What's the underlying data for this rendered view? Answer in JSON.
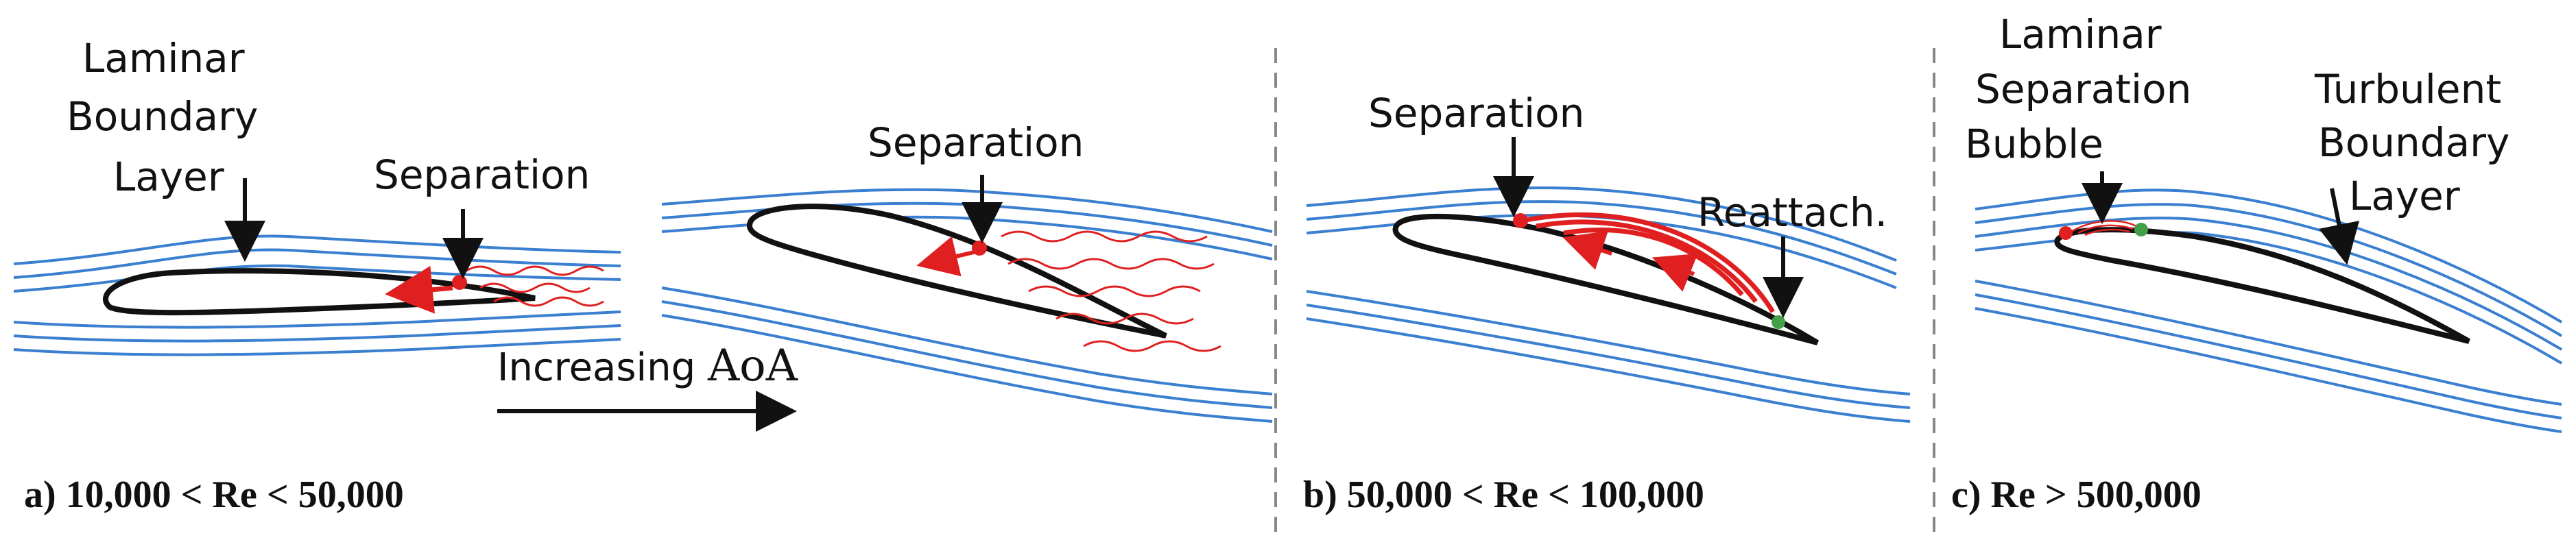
{
  "colors": {
    "streamline": "#3a7fd0",
    "airfoil": "#111111",
    "separation": "#e02020",
    "reattach": "#43a047",
    "divider": "#888888"
  },
  "panel_a": {
    "label_laminar": [
      "Laminar",
      "Boundary",
      "Layer"
    ],
    "label_separation_1": "Separation",
    "label_separation_2": "Separation",
    "increasing_prefix": "Increasing ",
    "increasing_aoa": "AoA",
    "caption": "a) 10,000 < Re < 50,000"
  },
  "panel_b": {
    "label_separation": "Separation",
    "label_reattach": "Reattach.",
    "caption": "b) 50,000 < Re < 100,000"
  },
  "panel_c": {
    "label_bubble": [
      "Laminar",
      "Separation",
      "Bubble"
    ],
    "label_turbulent": [
      "Turbulent",
      "Boundary",
      "Layer"
    ],
    "caption": "c) Re > 500,000"
  }
}
